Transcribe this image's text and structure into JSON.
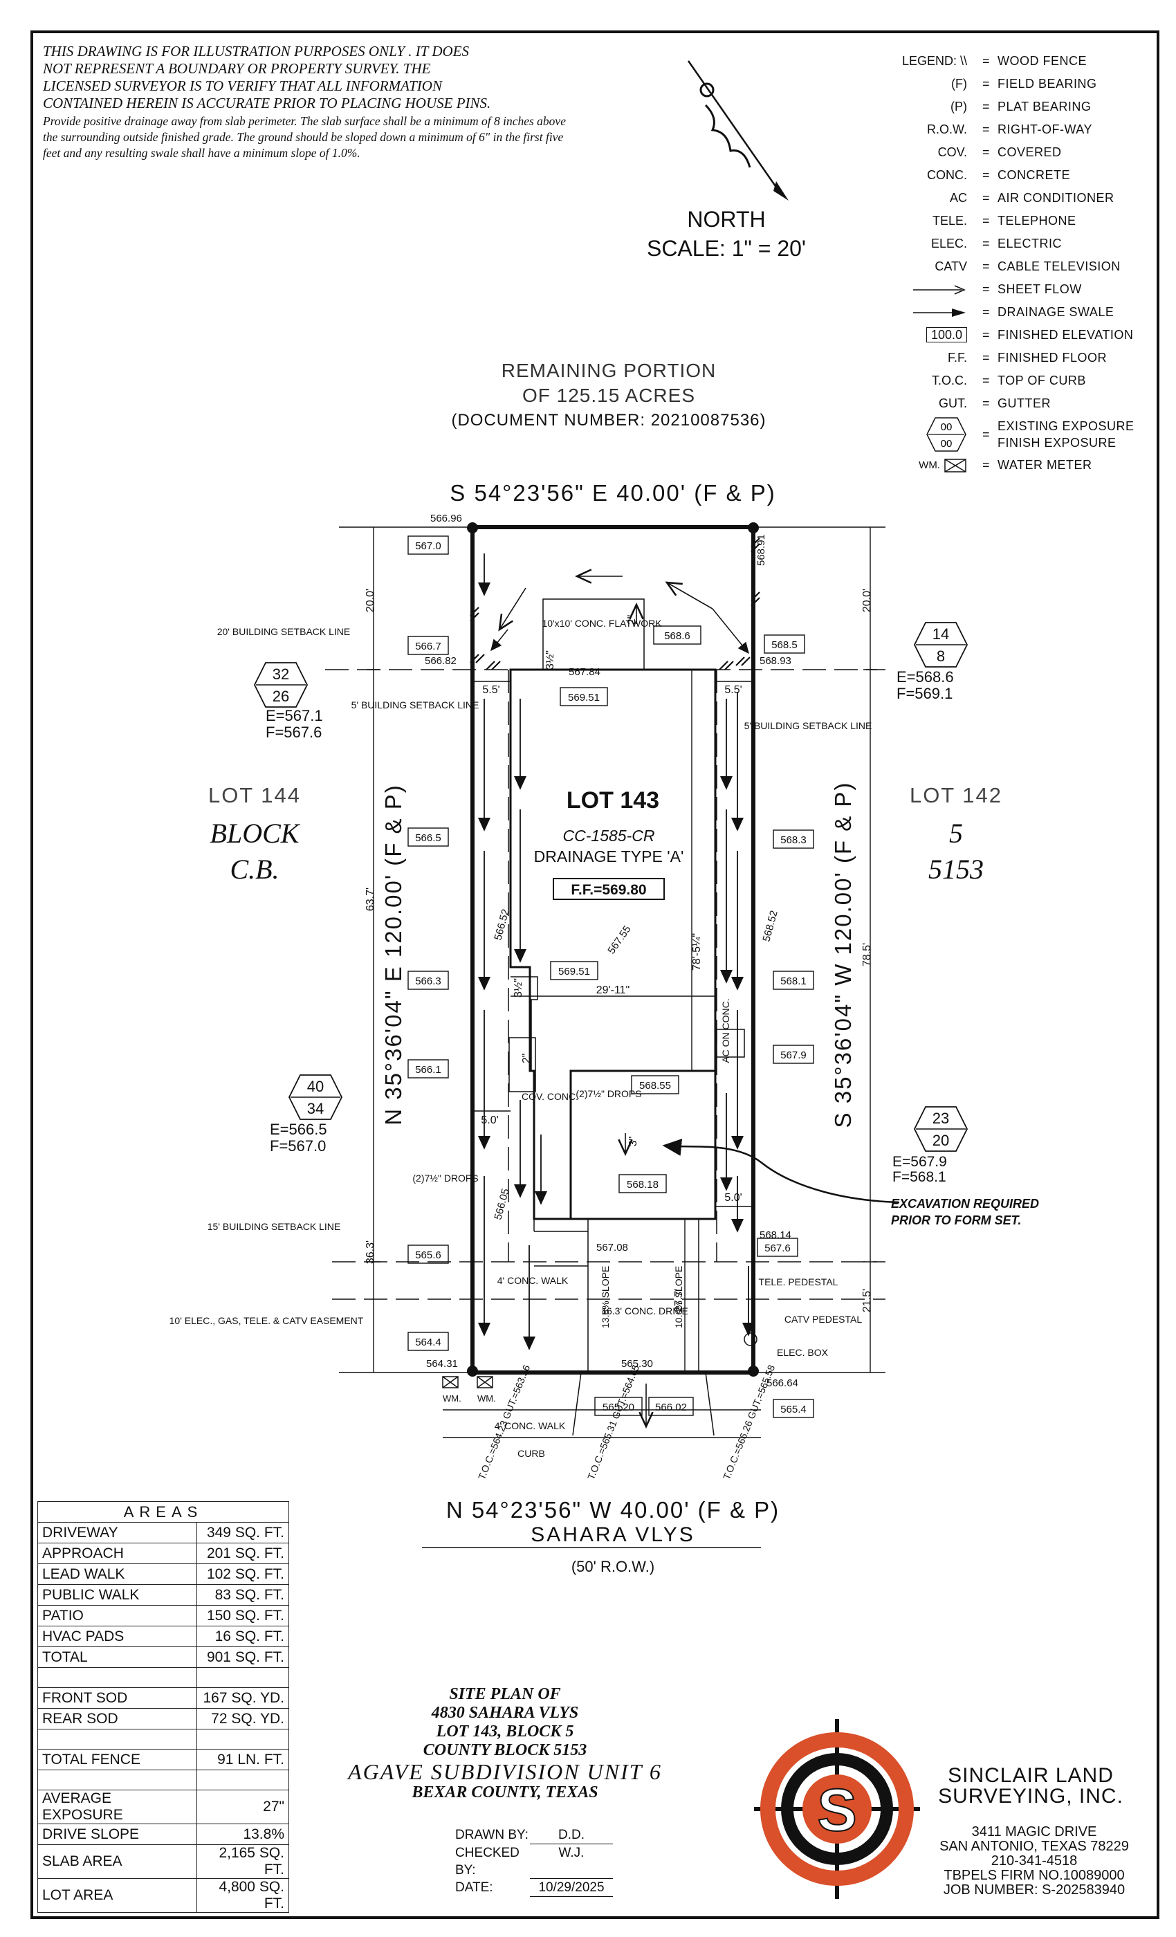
{
  "disclaimer": {
    "line1": "THIS DRAWING IS FOR ILLUSTRATION PURPOSES ONLY . IT DOES",
    "line2": "NOT REPRESENT A BOUNDARY OR PROPERTY SURVEY. THE",
    "line3": "LICENSED SURVEYOR IS TO VERIFY THAT ALL INFORMATION",
    "line4": "CONTAINED HEREIN IS ACCURATE PRIOR TO PLACING HOUSE PINS.",
    "note": "Provide positive drainage away from slab perimeter. The slab surface shall be a minimum of 8 inches above the surrounding outside finished grade. The ground should be sloped down a minimum of 6\" in the first five feet and any resulting swale shall have a minimum slope of 1.0%."
  },
  "north": {
    "label": "NORTH",
    "scale": "SCALE: 1\" = 20'"
  },
  "legend": {
    "title": "LEGEND:",
    "items": [
      {
        "key": "\\\\",
        "value": "WOOD FENCE"
      },
      {
        "key": "(F)",
        "value": "FIELD BEARING"
      },
      {
        "key": "(P)",
        "value": "PLAT BEARING"
      },
      {
        "key": "R.O.W.",
        "value": "RIGHT-OF-WAY"
      },
      {
        "key": "COV.",
        "value": "COVERED"
      },
      {
        "key": "CONC.",
        "value": "CONCRETE"
      },
      {
        "key": "AC",
        "value": "AIR CONDITIONER"
      },
      {
        "key": "TELE.",
        "value": "TELEPHONE"
      },
      {
        "key": "ELEC.",
        "value": "ELECTRIC"
      },
      {
        "key": "CATV",
        "value": "CABLE TELEVISION"
      },
      {
        "key": "",
        "value": "SHEET FLOW"
      },
      {
        "key": "",
        "value": "DRAINAGE SWALE"
      },
      {
        "key": "100.0",
        "value": "FINISHED ELEVATION"
      },
      {
        "key": "F.F.",
        "value": "FINISHED FLOOR"
      },
      {
        "key": "T.O.C.",
        "value": "TOP OF CURB"
      },
      {
        "key": "GUT.",
        "value": "GUTTER"
      },
      {
        "key": "00",
        "value": "EXISTING EXPOSURE"
      },
      {
        "key": "00",
        "value": "FINISH EXPOSURE"
      },
      {
        "key": "WM.",
        "value": "WATER METER"
      }
    ]
  },
  "remaining": {
    "line1": "REMAINING PORTION",
    "line2": "OF 125.15 ACRES",
    "doc": "(DOCUMENT NUMBER: 20210087536)"
  },
  "plan": {
    "north_bearing": "S 54°23'56\" E 40.00' (F & P)",
    "south_bearing": "N 54°23'56\" W 40.00' (F & P)",
    "west_bearing": "N 35°36'04\" E 120.00' (F & P)",
    "east_bearing": "S 35°36'04\" W 120.00' (F & P)",
    "street": "SAHARA VLYS",
    "row": "(50' R.O.W.)",
    "lot_label": "LOT 143",
    "plan_code": "CC-1585-CR",
    "drainage": "DRAINAGE TYPE 'A'",
    "ff": "F.F.=569.80",
    "lot144": "LOT 144",
    "block_cb1": "BLOCK",
    "block_cb2": "C.B.",
    "lot142": "LOT 142",
    "block5": "5",
    "cb5153": "5153",
    "setback_20": "20' BUILDING SETBACK LINE",
    "setback_5_left": "5' BUILDING SETBACK LINE",
    "setback_5_right": "5' BUILDING SETBACK LINE",
    "setback_15": "15' BUILDING SETBACK LINE",
    "easement": "10' ELEC., GAS, TELE. & CATV EASEMENT",
    "flatwork": "10'x10' CONC. FLATWORK",
    "cov_conc": "COV. CONC.",
    "ac_on_conc": "AC ON CONC.",
    "drops_left": "(2)7½\" DROPS",
    "drops_center": "(2)7½\" DROPS",
    "conc_walk_4": "4' CONC. WALK",
    "conc_drive": "16.3' CONC. DRIVE",
    "slope_left": "13.8% SLOPE",
    "slope_right": "10.0% SLOPE",
    "tele_ped": "TELE. PEDESTAL",
    "catv_ped": "CATV PEDESTAL",
    "elec_box": "ELEC. BOX",
    "excavation1": "EXCAVATION REQUIRED",
    "excavation2": "PRIOR TO FORM SET.",
    "conc_walk_public": "4' CONC. WALK",
    "curb": "CURB",
    "wm": "WM.",
    "dims": {
      "d20_left": "20.0'",
      "d20_right": "20.0'",
      "d55_left": "5.5'",
      "d55_right": "5.5'",
      "d637": "63.7'",
      "d785": "78.5'",
      "d363": "36.3'",
      "d215": "21.5'",
      "d50_left": "5.0'",
      "d50_right": "5.0'",
      "d2911": "29'-11\"",
      "d7851": "78'-5¼\"",
      "d277": "27.7'",
      "d312a": "3½\"",
      "d312b": "3½\"",
      "d2a": "2\"",
      "d2b": "2\"",
      "d3": "3\""
    },
    "boxes": {
      "e5670": "567.0",
      "e5667": "566.7",
      "e5665": "566.5",
      "e5663": "566.3",
      "e5661": "566.1",
      "e5656": "565.6",
      "e5644": "564.4",
      "e5686": "568.6",
      "e5685": "568.5",
      "e56951a": "569.51",
      "e5683": "568.3",
      "e5681": "568.1",
      "e5679": "567.9",
      "e56951b": "569.51",
      "e56855": "568.55",
      "e56818": "568.18",
      "e5676": "567.6",
      "e5654": "565.4",
      "e56520": "565.20",
      "e56602": "566.02"
    },
    "spots": {
      "s56696": "566.96",
      "s56882": "566.82",
      "s56891": "568.91",
      "s56893": "568.93",
      "s56784": "567.84",
      "s56755": "567.55",
      "s56652": "566.52",
      "s56852": "568.52",
      "s56605": "566.05",
      "s56708": "567.08",
      "s56814": "568.14",
      "s56431": "564.31",
      "s56530": "565.30",
      "s56664": "566.64"
    },
    "curb_labels": {
      "left": "T.O.C.=564.23 GUT.=563.56",
      "mid": "T.O.C.=565.31 GUT.=564.65",
      "right": "T.O.C.=566.26 GUT.=565.58"
    },
    "exposures": {
      "left_upper": {
        "top": "32",
        "bottom": "26",
        "e": "E=567.1",
        "f": "F=567.6"
      },
      "right_upper": {
        "top": "14",
        "bottom": "8",
        "e": "E=568.6",
        "f": "F=569.1"
      },
      "left_lower": {
        "top": "40",
        "bottom": "34",
        "e": "E=566.5",
        "f": "F=567.0"
      },
      "right_lower": {
        "top": "23",
        "bottom": "20",
        "e": "E=567.9",
        "f": "F=568.1"
      }
    }
  },
  "areas": {
    "title": "AREAS",
    "rows": [
      {
        "label": "DRIVEWAY",
        "value": "349 SQ. FT."
      },
      {
        "label": "APPROACH",
        "value": "201 SQ. FT."
      },
      {
        "label": "LEAD WALK",
        "value": "102 SQ. FT."
      },
      {
        "label": "PUBLIC WALK",
        "value": "83 SQ. FT."
      },
      {
        "label": "PATIO",
        "value": "150 SQ. FT."
      },
      {
        "label": "HVAC PADS",
        "value": "16 SQ. FT."
      },
      {
        "label": "TOTAL",
        "value": "901 SQ. FT."
      },
      {
        "label": "",
        "value": ""
      },
      {
        "label": "FRONT SOD",
        "value": "167 SQ. YD."
      },
      {
        "label": "REAR SOD",
        "value": "72 SQ. YD."
      },
      {
        "label": "",
        "value": ""
      },
      {
        "label": "TOTAL FENCE",
        "value": "91 LN. FT."
      },
      {
        "label": "",
        "value": ""
      },
      {
        "label": "AVERAGE EXPOSURE",
        "value": "27\""
      },
      {
        "label": "DRIVE SLOPE",
        "value": "13.8%"
      },
      {
        "label": "SLAB AREA",
        "value": "2,165 SQ. FT."
      },
      {
        "label": "LOT AREA",
        "value": "4,800 SQ. FT."
      }
    ]
  },
  "title_block": {
    "l1": "SITE PLAN OF",
    "l2": "4830 SAHARA VLYS",
    "l3": "LOT 143, BLOCK 5",
    "l4": "COUNTY BLOCK 5153",
    "l5": "AGAVE SUBDIVISION UNIT 6",
    "l6": "BEXAR COUNTY, TEXAS"
  },
  "drawn": {
    "drawn_label": "DRAWN BY:",
    "drawn_value": "D.D.",
    "checked_label": "CHECKED BY:",
    "checked_value": "W.J.",
    "date_label": "DATE:",
    "date_value": "10/29/2025"
  },
  "company": {
    "name1": "SINCLAIR LAND",
    "name2": "SURVEYING, INC.",
    "addr1": "3411 MAGIC DRIVE",
    "addr2": "SAN ANTONIO, TEXAS 78229",
    "phone": "210-341-4518",
    "firm": "TBPELS FIRM NO.10089000",
    "job": "JOB NUMBER:  S-202583940",
    "logo_letter": "S",
    "accent": "#d9502a"
  }
}
